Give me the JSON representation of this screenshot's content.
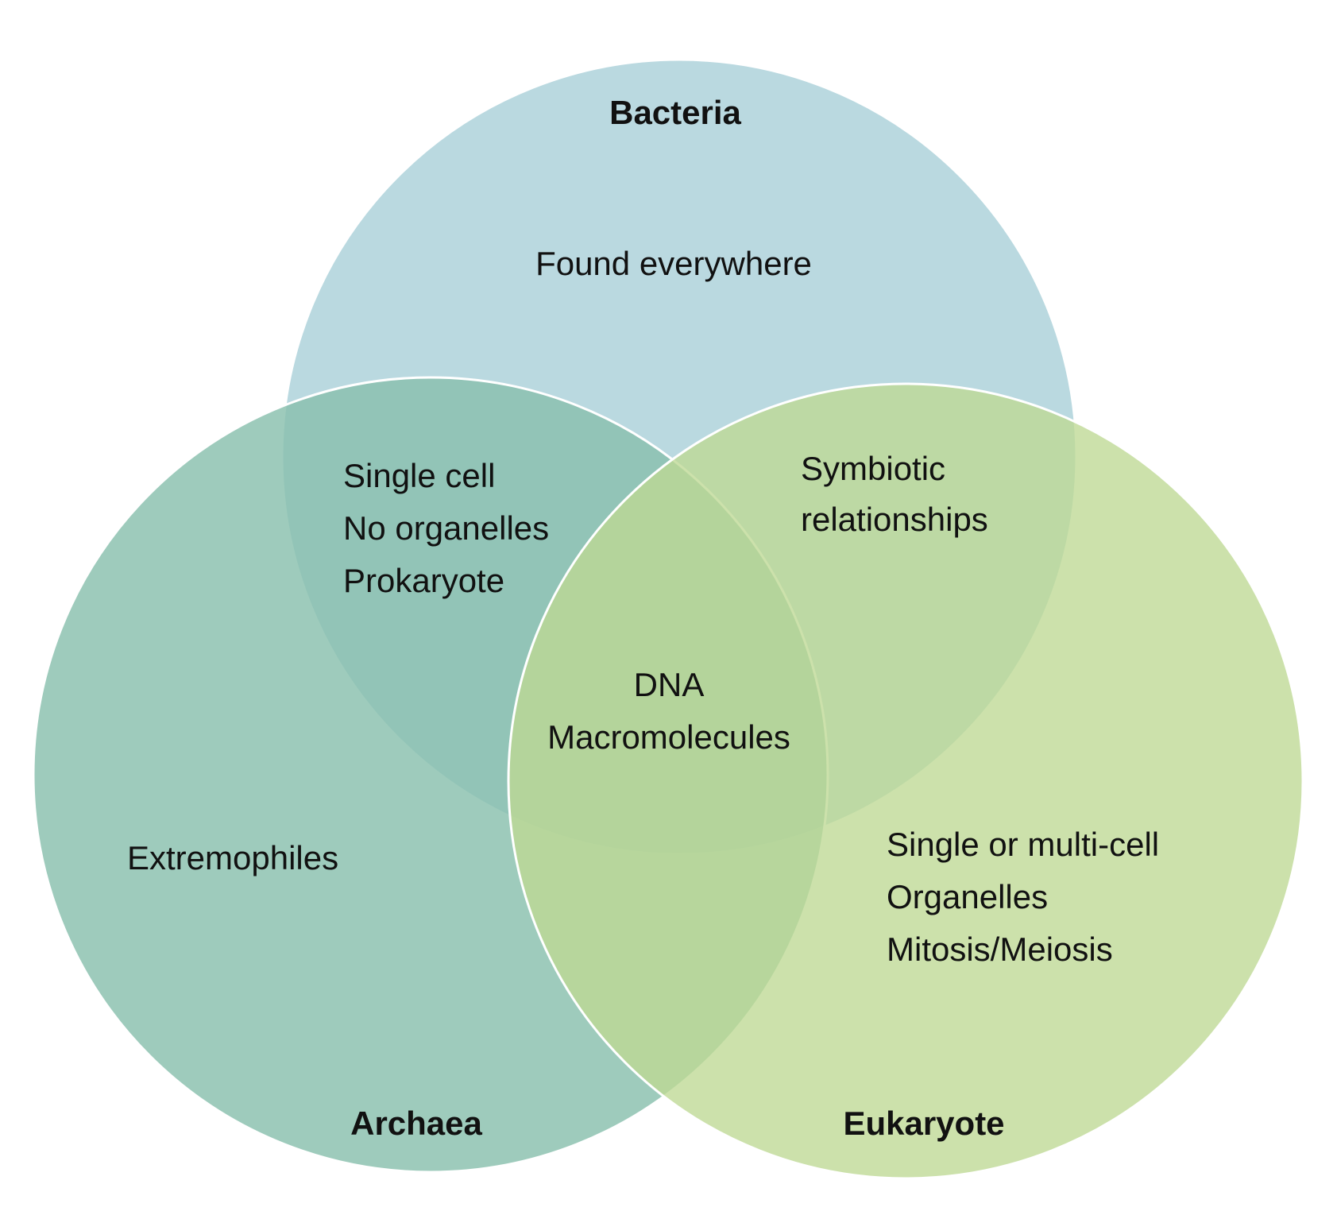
{
  "diagram": {
    "sets": [
      {
        "id": "bacteria",
        "label": "Bacteria",
        "color": "#aed2da"
      },
      {
        "id": "archaea",
        "label": "Archaea",
        "color": "#89bfad"
      },
      {
        "id": "eukaryote",
        "label": "Eukaryote",
        "color": "#bed994"
      }
    ],
    "regions": {
      "bacteria_only": [
        "Found everywhere"
      ],
      "bacteria_archaea": [
        "Single cell",
        "No organelles",
        "Prokaryote"
      ],
      "bacteria_eukaryote": [
        "Symbiotic",
        "relationships"
      ],
      "all_three": [
        "DNA",
        "Macromolecules"
      ],
      "archaea_only": [
        "Extremophiles"
      ],
      "eukaryote_only": [
        "Single or multi-cell",
        "Organelles",
        "Mitosis/Meiosis"
      ]
    }
  }
}
